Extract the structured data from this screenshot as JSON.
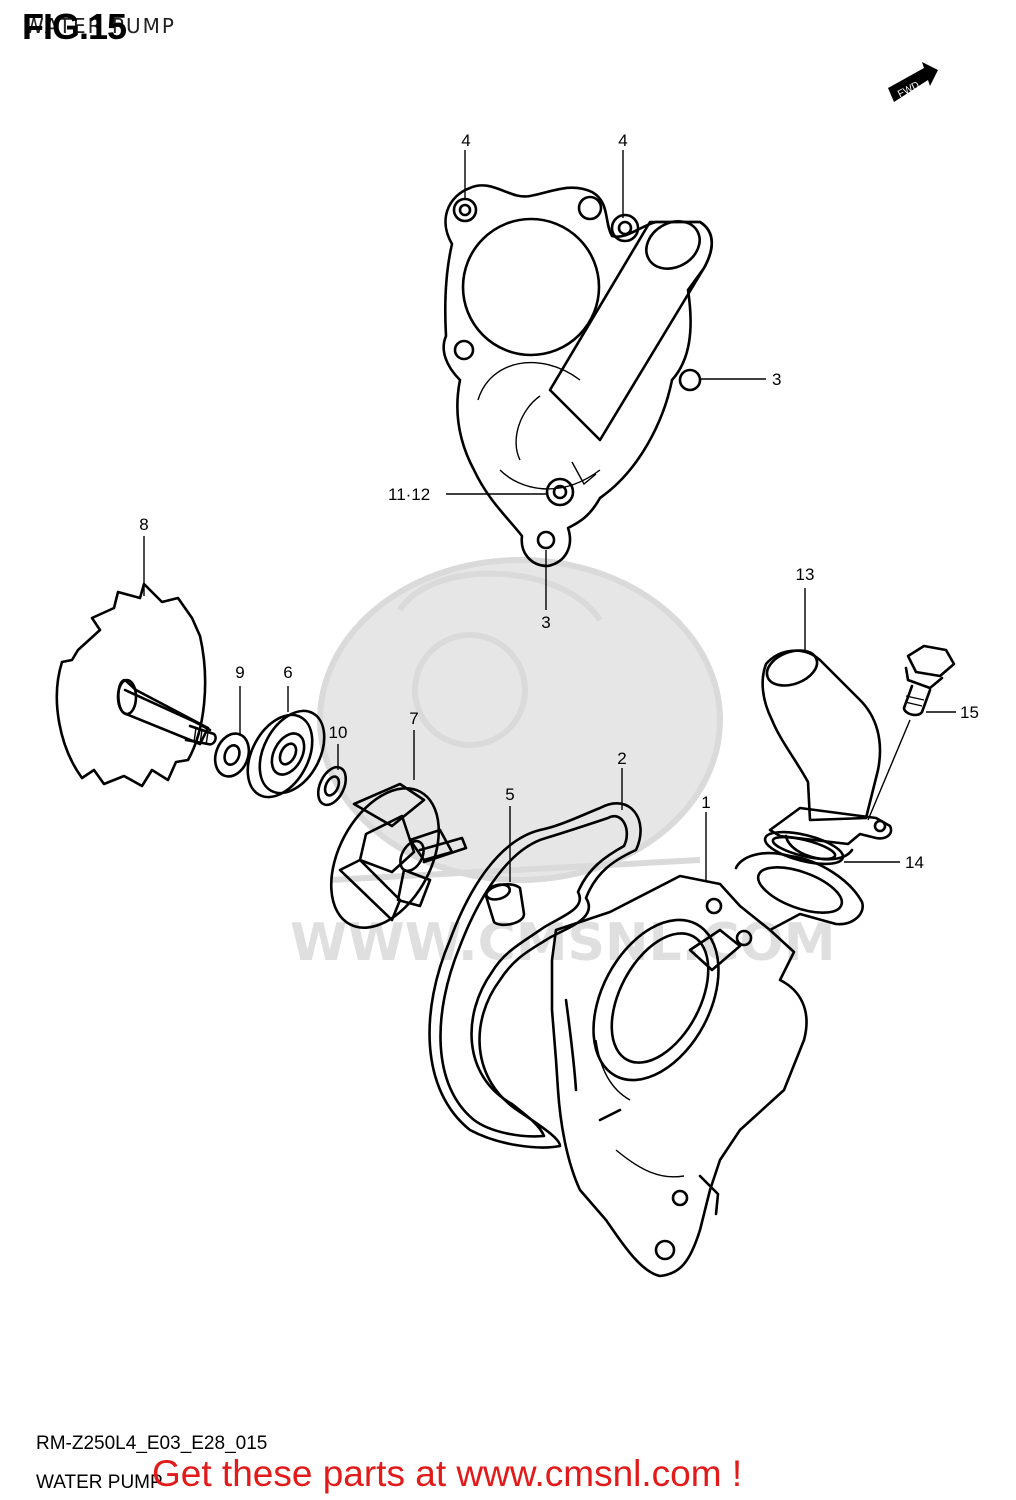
{
  "header": {
    "figure_label": "FIG.15",
    "figure_title": "WATER PUMP",
    "fwd_label": "FWD"
  },
  "callouts": [
    {
      "part": "1"
    },
    {
      "part": "2"
    },
    {
      "part": "3"
    },
    {
      "part": "3"
    },
    {
      "part": "4"
    },
    {
      "part": "4"
    },
    {
      "part": "5"
    },
    {
      "part": "6"
    },
    {
      "part": "7"
    },
    {
      "part": "8"
    },
    {
      "part": "9"
    },
    {
      "part": "10"
    },
    {
      "part": "11·12"
    },
    {
      "part": "13"
    },
    {
      "part": "14"
    },
    {
      "part": "15"
    }
  ],
  "watermark": {
    "text": "WWW.CMSNL.COM"
  },
  "footer": {
    "model_code": "RM-Z250L4_E03_E28_015",
    "section_name": "WATER PUMP",
    "promo_link": "Get these parts at www.cmsnl.com !"
  }
}
